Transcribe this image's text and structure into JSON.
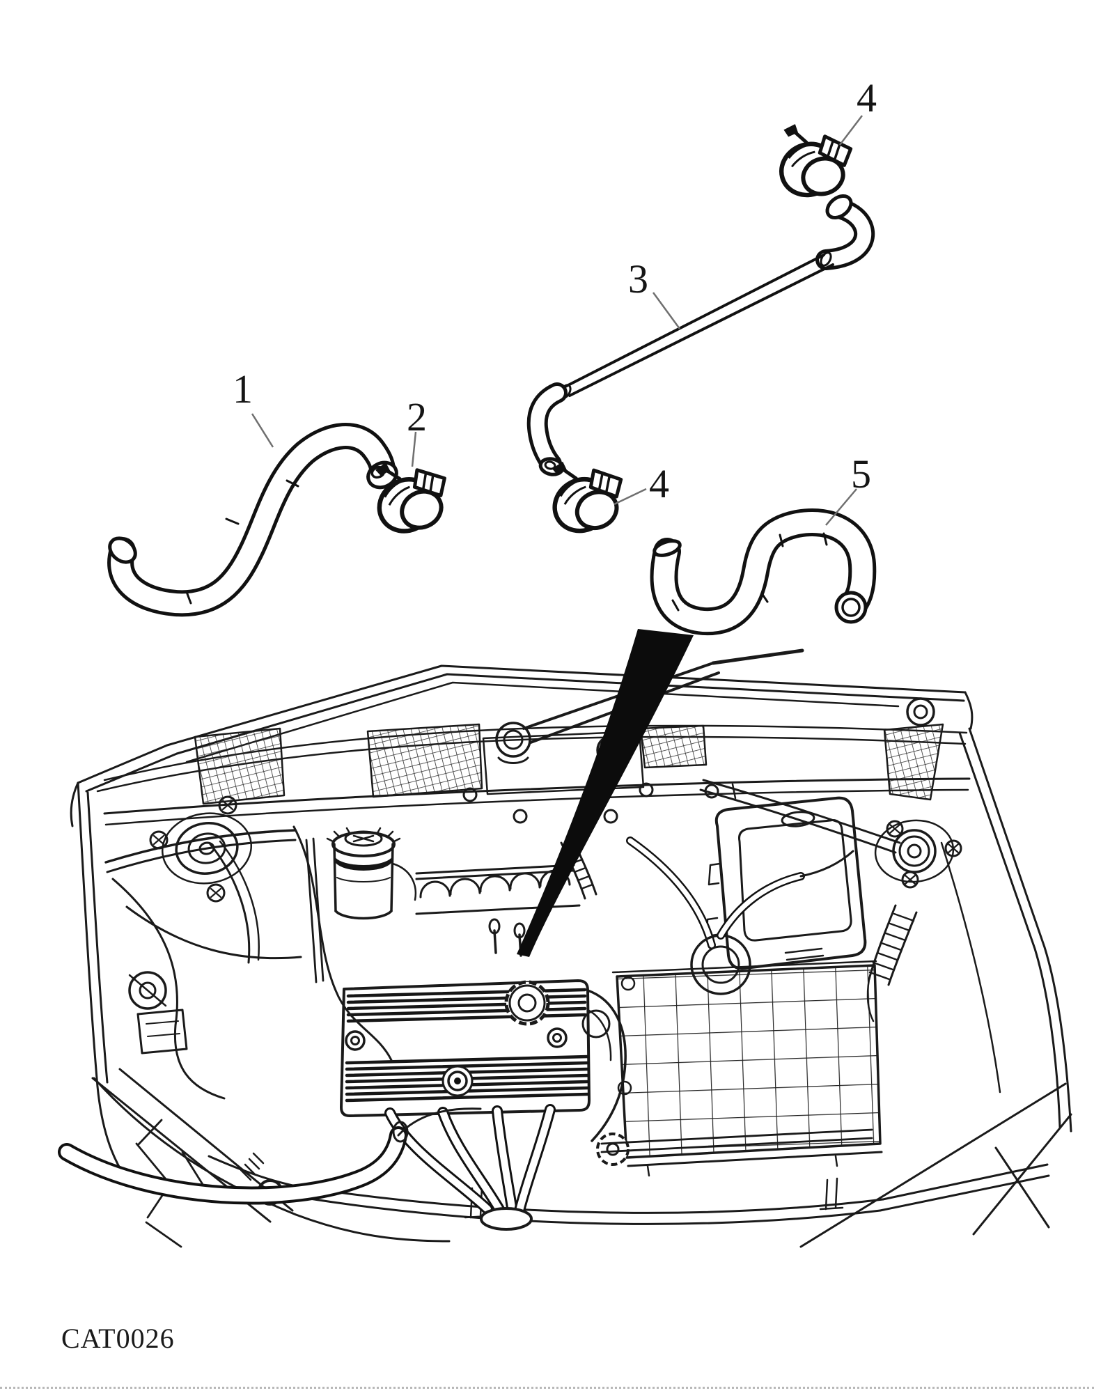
{
  "figure": {
    "code": "CAT0026"
  },
  "callouts": [
    {
      "label": "1"
    },
    {
      "label": "2"
    },
    {
      "label": "3"
    },
    {
      "label": "4"
    },
    {
      "label": "4"
    },
    {
      "label": "5"
    }
  ],
  "colors": {
    "ink": "#1a1a1a",
    "leader": "#6f6f6f",
    "paper": "#ffffff",
    "wedge": "#0c0c0c"
  }
}
